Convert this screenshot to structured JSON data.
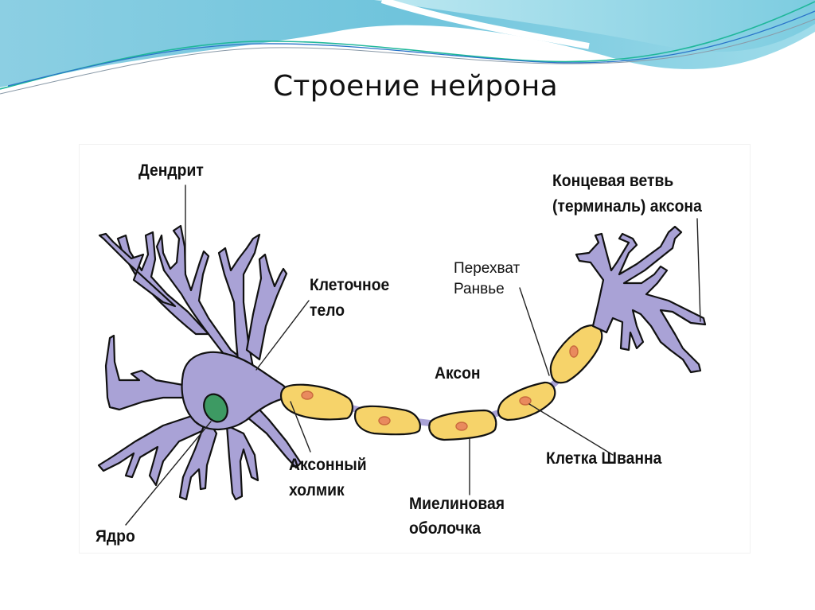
{
  "slide": {
    "title": "Строение нейрона",
    "colors": {
      "wave_light": "#a9dfea",
      "wave_mid": "#74c7dd",
      "wave_dark": "#55b8d6",
      "wave_line_teal": "#1fb79a",
      "wave_line_blue": "#2a74c9",
      "neuron_fill": "#a9a2d6",
      "myelin_fill": "#f6d36a",
      "schwann_nucleus": "#e98a5e",
      "cell_nucleus": "#3d9a63",
      "outline": "#111111"
    }
  },
  "diagram": {
    "labels": {
      "dendrite": "Дендрит",
      "cell_body_line1": "Клеточное",
      "cell_body_line2": "тело",
      "node_of_ranvier_line1": "Перехват",
      "node_of_ranvier_line2": "Ранвье",
      "axon_terminal_line1": "Концевая ветвь",
      "axon_terminal_line2": "(терминаль) аксона",
      "axon": "Аксон",
      "axon_hillock_line1": "Аксонный",
      "axon_hillock_line2": "холмик",
      "schwann_cell": "Клетка Шванна",
      "myelin_sheath_line1": "Миелиновая",
      "myelin_sheath_line2": "оболочка",
      "nucleus": "Ядро"
    }
  }
}
